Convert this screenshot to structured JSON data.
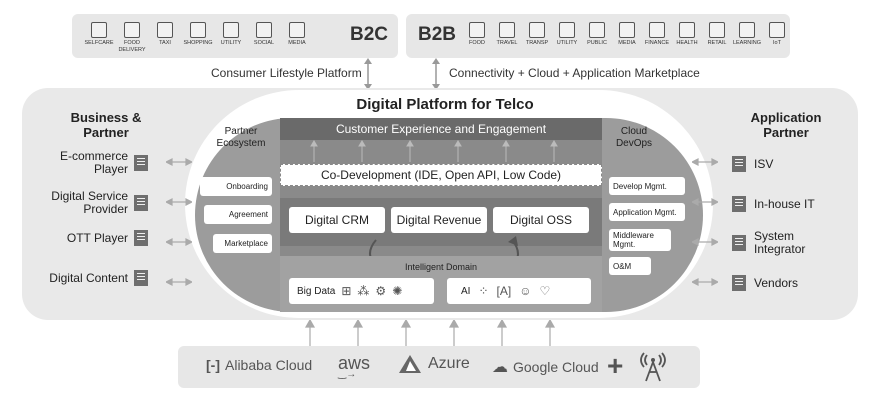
{
  "b2c": {
    "title": "B2C",
    "items": [
      "SELFCARE",
      "FOOD DELIVERY",
      "TAXI",
      "SHOPPING",
      "UTILITY",
      "SOCIAL",
      "MEDIA"
    ],
    "caption": "Consumer Lifestyle Platform"
  },
  "b2b": {
    "title": "B2B",
    "items": [
      "FOOD",
      "TRAVEL",
      "TRANSP",
      "UTILITY",
      "PUBLIC",
      "MEDIA",
      "FINANCE",
      "HEALTH",
      "RETAIL",
      "LEARNING",
      "IoT"
    ],
    "caption": "Connectivity + Cloud + Application Marketplace"
  },
  "platform_title": "Digital Platform for Telco",
  "left": {
    "title": "Business & Partner",
    "items": [
      "E-commerce Player",
      "Digital Service Provider",
      "OTT Player",
      "Digital Content"
    ]
  },
  "right": {
    "title": "Application Partner",
    "items": [
      "ISV",
      "In-house IT",
      "System Integrator",
      "Vendors"
    ]
  },
  "partner_ecosystem": {
    "title": "Partner Ecosystem",
    "items": [
      "Onboarding",
      "Agreement",
      "Marketplace"
    ]
  },
  "cloud_devops": {
    "title": "Cloud DevOps",
    "items": [
      "Develop Mgmt.",
      "Application Mgmt.",
      "Middleware Mgmt.",
      "O&M"
    ]
  },
  "cee": "Customer Experience and Engagement",
  "codev": "Co-Development (IDE, Open API, Low Code)",
  "digital": [
    "Digital CRM",
    "Digital Revenue",
    "Digital OSS"
  ],
  "intelligent": {
    "title": "Intelligent Domain",
    "bigdata": "Big Data",
    "ai": "AI"
  },
  "clouds": [
    "Alibaba Cloud",
    "aws",
    "Azure",
    "Google Cloud",
    "+"
  ]
}
